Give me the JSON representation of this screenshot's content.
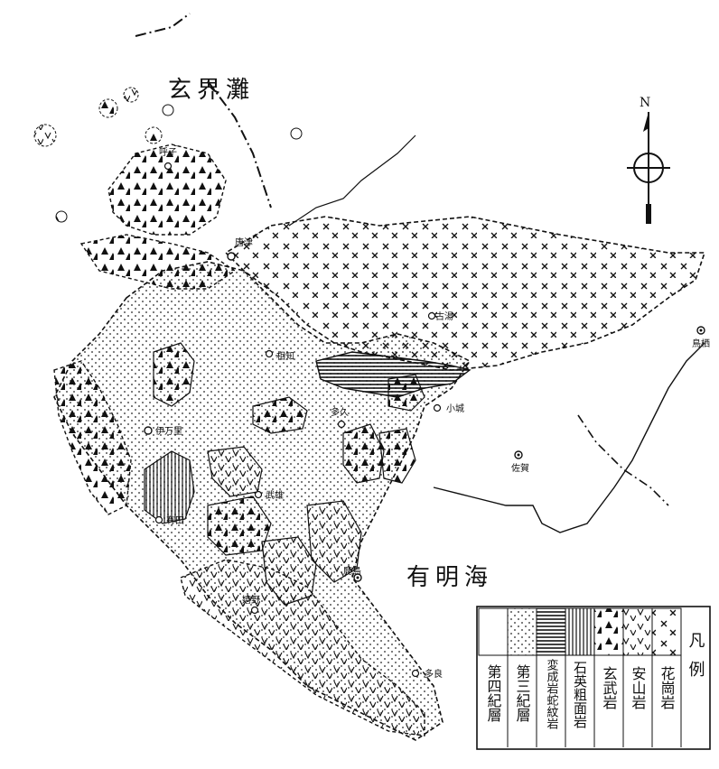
{
  "seas": {
    "genkainada": "玄界灘",
    "ariakekai": "有明海"
  },
  "north_arrow": {
    "letter": "N"
  },
  "towns": {
    "yobuko": "呼子",
    "karatsu": "唐津",
    "ochi": "相知",
    "imari": "伊万里",
    "arita": "有田",
    "takeo": "武雄",
    "taku": "多久",
    "ogi": "小城",
    "saga": "佐賀",
    "tosu": "鳥栖",
    "kashima": "鹿島",
    "ureshino": "嬉野",
    "tara": "多良",
    "kyuragi": "古湯"
  },
  "legend": {
    "title": "凡例",
    "items": [
      {
        "label": "第四紀層",
        "pattern": "blank"
      },
      {
        "label": "第三紀層",
        "pattern": "dots"
      },
      {
        "label": "変成岩蛇紋岩",
        "pattern": "hatch"
      },
      {
        "label": "石英粗面岩",
        "pattern": "vlines"
      },
      {
        "label": "玄武岩",
        "pattern": "triangles"
      },
      {
        "label": "安山岩",
        "pattern": "vees"
      },
      {
        "label": "花崗岩",
        "pattern": "crosses"
      }
    ]
  }
}
